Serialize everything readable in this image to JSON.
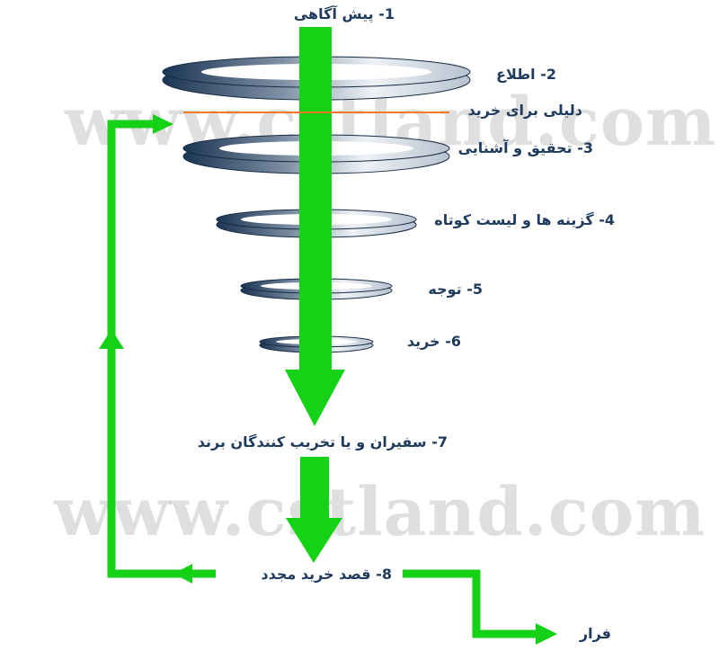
{
  "stages": [
    {
      "number": "1",
      "label": "1- پیش آگاهی"
    },
    {
      "number": "2",
      "label": "2- اطلاع"
    },
    {
      "number": "3",
      "label": "3- تحقیق و آشنایی"
    },
    {
      "number": "4",
      "label": "4- گزینه ها و لیست کوتاه"
    },
    {
      "number": "5",
      "label": "5- توجه"
    },
    {
      "number": "6",
      "label": "6- خرید"
    },
    {
      "number": "7",
      "label": "7- سفیران و یا تخریب کنندگان برند"
    },
    {
      "number": "8",
      "label": "8- قصد خرید مجدد"
    }
  ],
  "reason_to_buy_label": "دلیلی برای خرید",
  "exit_label": "فرار",
  "watermark": "www.cstland.com",
  "colors": {
    "arrow": "#16d216",
    "ring_dark": "#1b3553",
    "ring_light": "#eef2f6",
    "text": "#1e3a5c",
    "reason_line": "#f07a26"
  }
}
